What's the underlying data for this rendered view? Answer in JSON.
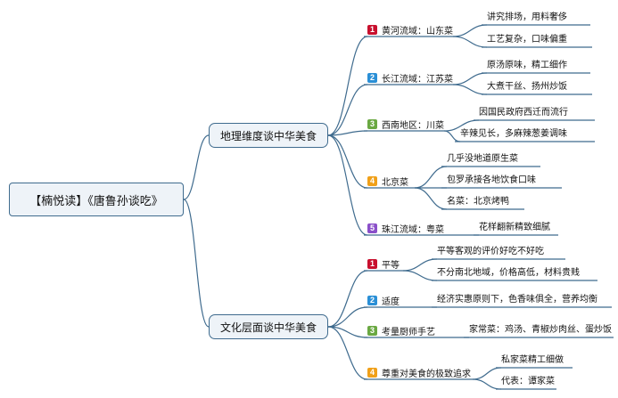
{
  "colors": {
    "line": "#3f6b8e",
    "badge_red": "#c8102e",
    "badge_blue": "#2a8fd6",
    "badge_green": "#6aa842",
    "badge_orange": "#f0a019",
    "badge_purple": "#8a4fc9"
  },
  "root": {
    "label": "【楠悦读】《唐鲁孙谈吃》"
  },
  "branches": [
    {
      "label": "地理维度谈中华美食",
      "topics": [
        {
          "badge": "1",
          "label": "黄河流域：山东菜",
          "leaves": [
            "讲究排场，用料奢侈",
            "工艺复杂，口味偏重"
          ]
        },
        {
          "badge": "2",
          "label": "长江流域：江苏菜",
          "leaves": [
            "原汤原味，精工细作",
            "大煮干丝、扬州炒饭"
          ]
        },
        {
          "badge": "3",
          "label": "西南地区：川菜",
          "leaves": [
            "因国民政府西迁而流行",
            "辛辣见长，多麻辣葱姜调味"
          ]
        },
        {
          "badge": "4",
          "label": "北京菜",
          "leaves": [
            "几乎没地道原生菜",
            "包罗承接各地饮食口味",
            "名菜：北京烤鸭"
          ]
        },
        {
          "badge": "5",
          "label": "珠江流域：粤菜",
          "leaves": [
            "花样翻新精致细腻"
          ]
        }
      ]
    },
    {
      "label": "文化层面谈中华美食",
      "topics": [
        {
          "badge": "1",
          "label": "平等",
          "leaves": [
            "平等客观的评价好吃不好吃",
            "不分南北地域，价格高低，材料贵贱"
          ]
        },
        {
          "badge": "2",
          "label": "适度",
          "leaves": [
            "经济实惠原则下，色香味俱全，营养均衡"
          ]
        },
        {
          "badge": "3",
          "label": "考量厨师手艺",
          "leaves": [
            "家常菜：鸡汤、青椒炒肉丝、蛋炒饭"
          ]
        },
        {
          "badge": "4",
          "label": "尊重对美食的极致追求",
          "leaves": [
            "私家菜精工细做",
            "代表：谭家菜"
          ]
        }
      ]
    }
  ]
}
